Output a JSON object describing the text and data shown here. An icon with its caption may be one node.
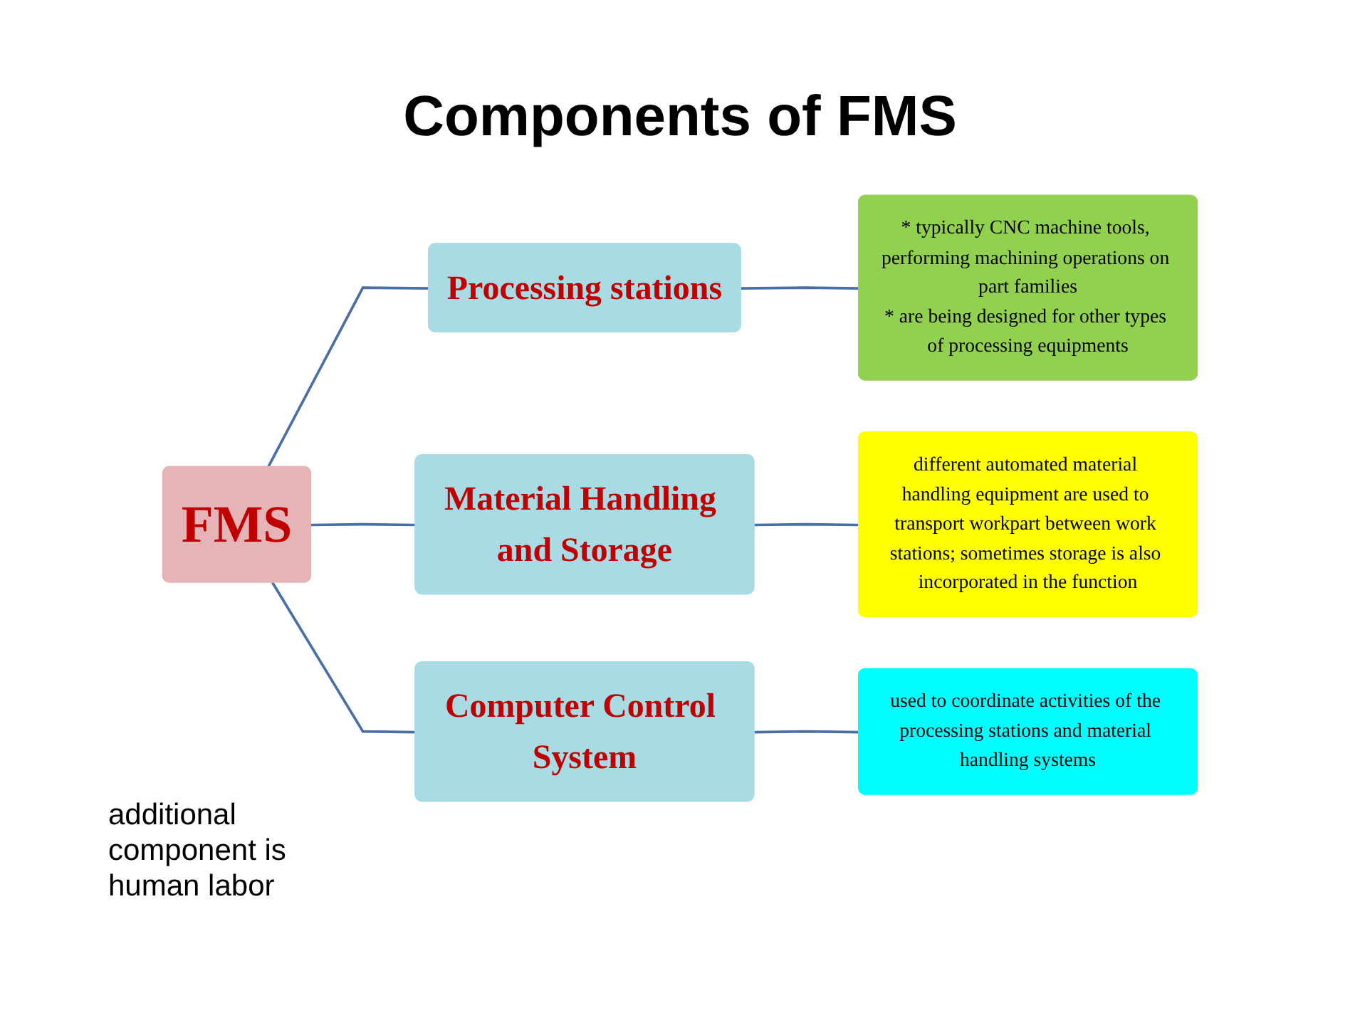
{
  "diagram": {
    "title": "Components of FMS",
    "nodes": [
      {
        "text": [
          "FMS"
        ]
      },
      {
        "text": [
          "Processing stations"
        ]
      },
      {
        "text": [
          "Material Handling and Storage"
        ]
      },
      {
        "text": [
          "Computer Control System"
        ]
      },
      {
        "text": [
          "* typically CNC machine tools, performing machining operations on part families",
          "* are being designed for other types of processing equipments"
        ]
      },
      {
        "text": [
          "different automated material handling equipment are used to transport workpart between work stations; sometimes storage is also incorporated in the function"
        ]
      },
      {
        "text": [
          "used to coordinate activities of the processing stations and material handling systems"
        ]
      }
    ],
    "edges": [
      {
        "from": 0,
        "to": 1,
        "arrow": "none"
      },
      {
        "from": 0,
        "to": 2,
        "arrow": "none"
      },
      {
        "from": 0,
        "to": 3,
        "arrow": "none"
      },
      {
        "from": 1,
        "to": 4,
        "arrow": "none"
      },
      {
        "from": 2,
        "to": 5,
        "arrow": "none"
      },
      {
        "from": 3,
        "to": 6,
        "arrow": "none"
      }
    ],
    "labels": [
      "additional component is human labor"
    ]
  }
}
